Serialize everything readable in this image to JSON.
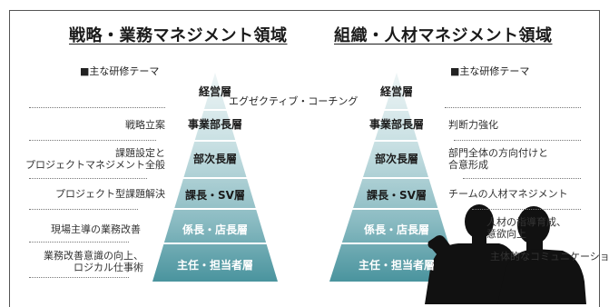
{
  "diagram": {
    "left_heading": "戦略・業務マネジメント領域",
    "right_heading": "組織・人材マネジメント領域",
    "left_theme_title": "■主な研修テーマ",
    "right_theme_title": "■主な研修テーマ",
    "bridge_label": "エグゼクティブ・コーチング",
    "levels": [
      "経営層",
      "事業部長層",
      "部次長層",
      "課長・SV層",
      "係長・店長層",
      "主任・担当者層"
    ],
    "left_themes": [
      "戦略立案",
      "課題設定と\nプロジェクトマネジメント全般",
      "プロジェクト型課題解決",
      "現場主導の業務改善",
      "業務改善意識の向上、\nロジカル仕事術"
    ],
    "right_themes": [
      "判断力強化",
      "部門全体の方向付けと\n合意形成",
      "チームの人材マネジメント",
      "人材の指導育成、\n意欲向上",
      "主体的なコミュニケーション、"
    ],
    "colors": {
      "pyramid_top": "#eaf2f3",
      "pyramid_bottom": "#4c96a0",
      "silhouette": "#111111"
    },
    "people_icon": "presenter-silhouette"
  }
}
